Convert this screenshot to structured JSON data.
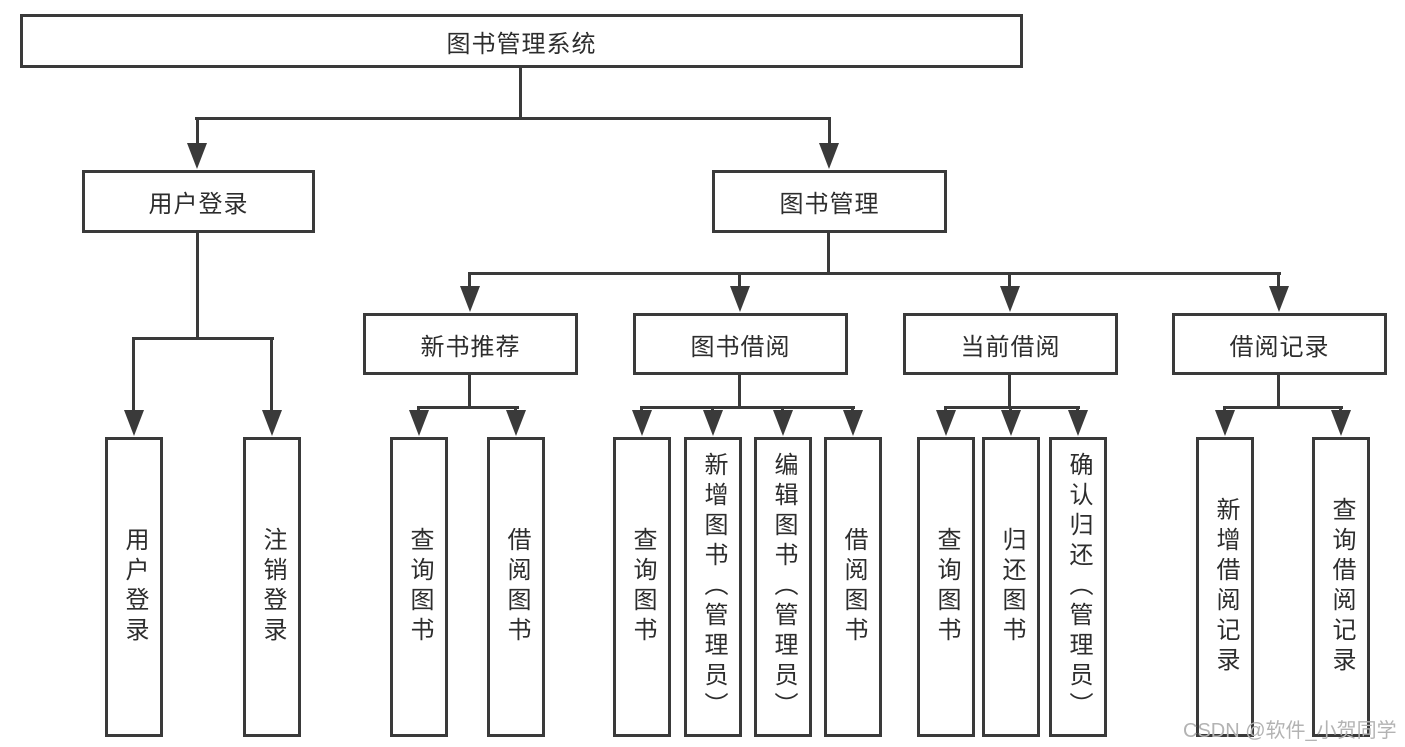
{
  "nodes": {
    "root": "图书管理系统",
    "user_login": "用户登录",
    "book_mgmt": "图书管理",
    "new_books": "新书推荐",
    "book_borrow": "图书借阅",
    "current_borrow": "当前借阅",
    "borrow_records": "借阅记录"
  },
  "leaves": {
    "user_login": [
      "用户登录",
      "注销登录"
    ],
    "new_books": [
      "查询图书",
      "借阅图书"
    ],
    "book_borrow": [
      "查询图书",
      "新增图书（管理员）",
      "编辑图书（管理员）",
      "借阅图书"
    ],
    "current_borrow": [
      "查询图书",
      "归还图书",
      "确认归还（管理员）"
    ],
    "borrow_records": [
      "新增借阅记录",
      "查询借阅记录"
    ]
  },
  "watermark": {
    "text": "CSDN @软件_小贺同学"
  },
  "colors": {
    "line": "#3a3a3a",
    "text": "#2d2d2d",
    "watermark": "#b3b3b3",
    "background": "#ffffff"
  }
}
